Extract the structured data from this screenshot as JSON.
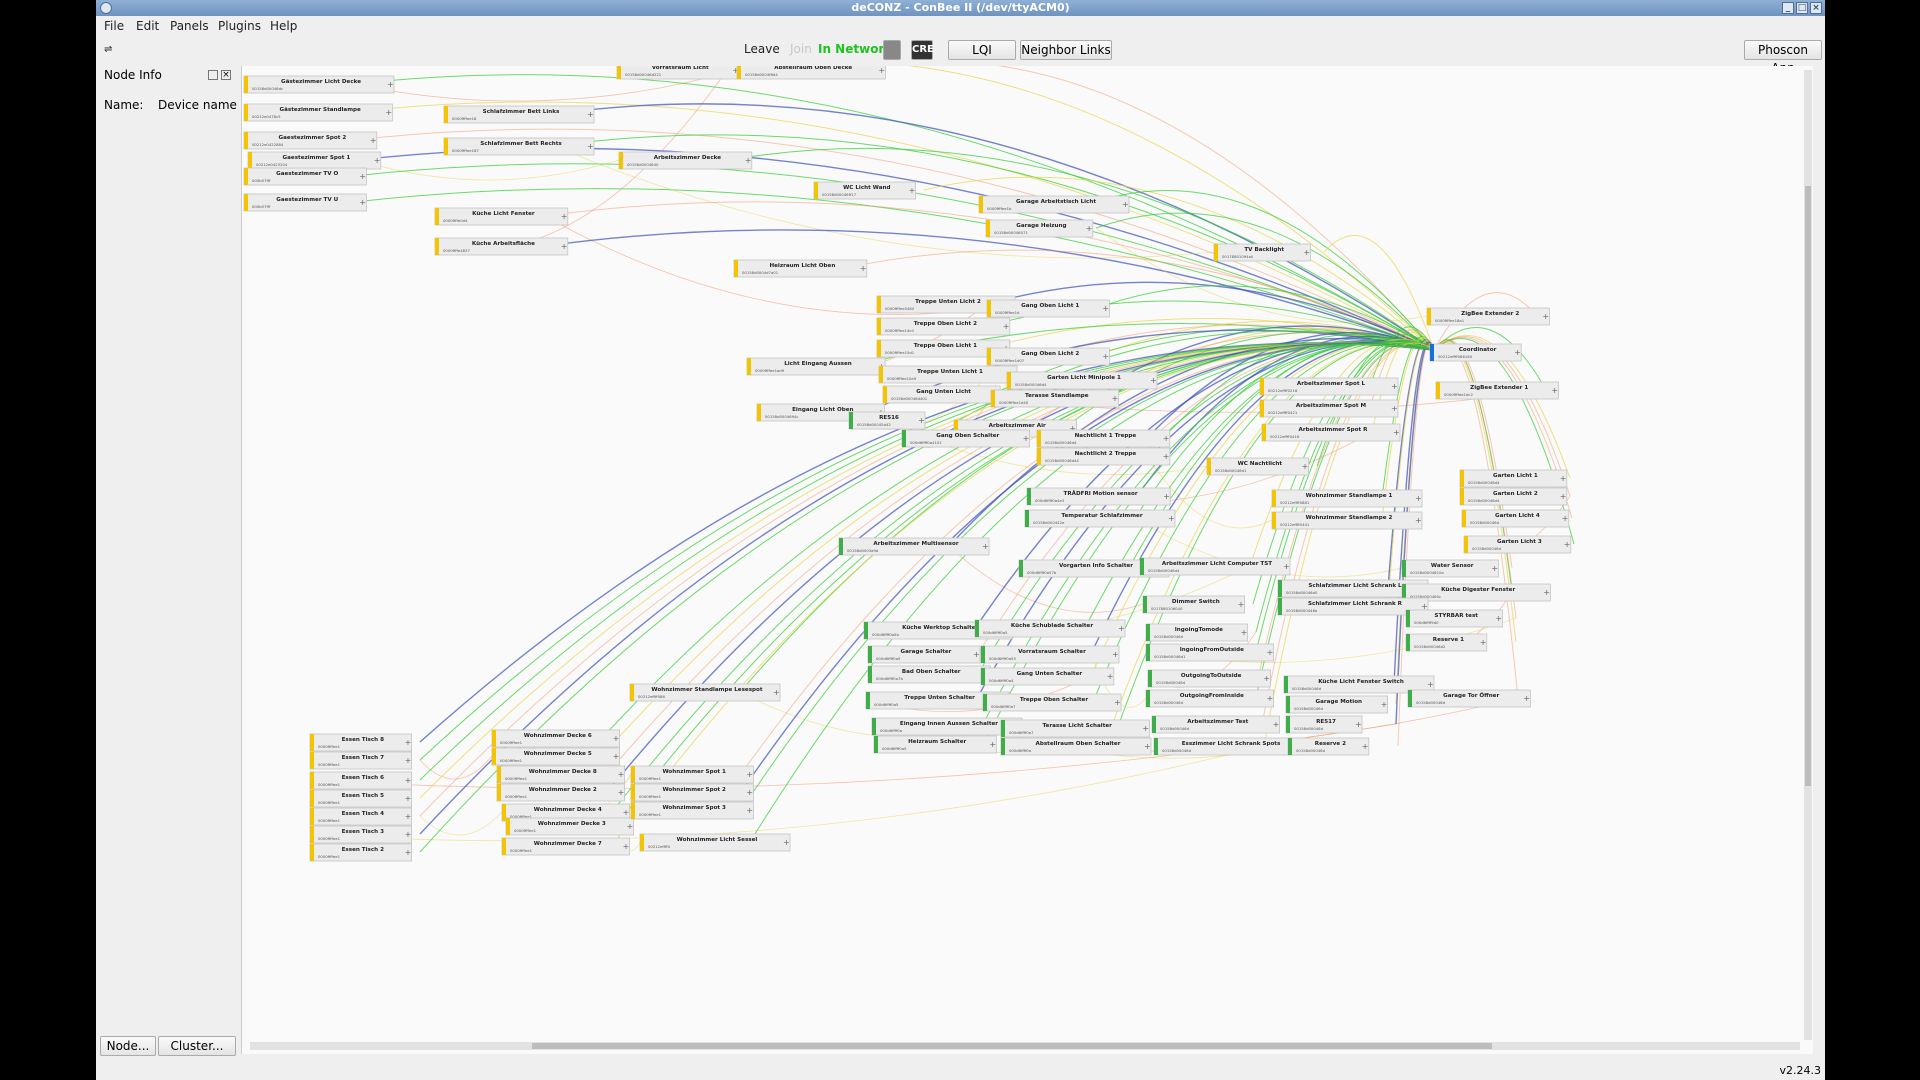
{
  "window": {
    "title": "deCONZ - ConBee II (/dev/ttyACM0)"
  },
  "menu": {
    "file": "File",
    "edit": "Edit",
    "panels": "Panels",
    "plugins": "Plugins",
    "help": "Help"
  },
  "toolbar": {
    "leave": "Leave",
    "join": "Join",
    "status": "In Network",
    "cre": "CRE",
    "lqi": "LQI",
    "neighbor_links": "Neighbor Links",
    "phoscon_app": "Phoscon App"
  },
  "node_info": {
    "title": "Node Info",
    "name_label": "Name:",
    "name_value": "Device name"
  },
  "bottom_tabs": {
    "node": "Node...",
    "cluster": "Cluster..."
  },
  "status_bar": {
    "version": "v2.24.3"
  },
  "colors": {
    "router": "#f5c400",
    "enddevice": "#3fae49",
    "coordinator": "#1c6fd8",
    "link_good": "#2ecc2e",
    "link_mid": "#e8d44a",
    "link_weak": "#f08a5c",
    "link_blue": "#3b4fb8"
  },
  "nodes": [
    {
      "label": "Gästezimmer Licht Decke",
      "id": "00158d00046dc"
    },
    {
      "label": "Gästezimmer Standlampe",
      "id": "00212e0478c5"
    },
    {
      "label": "Gaestezimmer Spot 2",
      "id": "00212e0422884"
    },
    {
      "label": "Gaestezimmer Spot 1",
      "id": "00212e0423204"
    },
    {
      "label": "Gaestezimmer TV O",
      "id": "000b57fff"
    },
    {
      "label": "Gaestezimmer TV U",
      "id": "000b57fff"
    },
    {
      "label": "Vorratsraum Licht",
      "id": "00158d00046d221"
    },
    {
      "label": "Abstellraum Oben Decke",
      "id": "00158d0004f6d4"
    },
    {
      "label": "Schlafzimmer Bett Links",
      "id": "0000ffffee18"
    },
    {
      "label": "Schlafzimmer Bett Rechts",
      "id": "0000ffffee187"
    },
    {
      "label": "Arbeitszimmer Decke",
      "id": "00158d0004640"
    },
    {
      "label": "WC Licht Wand",
      "id": "00158d00046ff17"
    },
    {
      "label": "Küche Licht Fenster",
      "id": "0000ffffe0d4"
    },
    {
      "label": "Küche Arbeitsfläche",
      "id": "0000ffffe4837"
    },
    {
      "label": "Garage Arbeitstisch Licht",
      "id": "0000ffffee1b"
    },
    {
      "label": "Garage Heizung",
      "id": "00158d00046071"
    },
    {
      "label": "TV Backlight",
      "id": "00178801094a0"
    },
    {
      "label": "Heizraum Licht Oben",
      "id": "00158d0004d7a01"
    },
    {
      "label": "Treppe Unten Licht 2",
      "id": "0000ffffee0480"
    },
    {
      "label": "Gang Oben Licht 1",
      "id": "0000ffffee1d"
    },
    {
      "label": "Treppe Oben Licht 2",
      "id": "0000ffffee14c0"
    },
    {
      "label": "Treppe Oben Licht 1",
      "id": "0000ffffee15d1"
    },
    {
      "label": "ZigBee Extender 2",
      "id": "0000ffffee18a1"
    },
    {
      "label": "Coordinator",
      "id": "00212effff066160"
    },
    {
      "label": "ZigBee Extender 1",
      "id": "0000ffffee1dc2"
    },
    {
      "label": "Licht Eingang Aussen",
      "id": "0000ffffee1ad9"
    },
    {
      "label": "Gang Oben Licht 2",
      "id": "0000ffffee1d07"
    },
    {
      "label": "Treppe Unten Licht 1",
      "id": "0000ffffee10a9"
    },
    {
      "label": "Garten Licht Minipole 1",
      "id": "00158d00046d4"
    },
    {
      "label": "Arbeitszimmer Spot L",
      "id": "00212effff0216"
    },
    {
      "label": "Gang Unten Licht",
      "id": "00158d00046d401"
    },
    {
      "label": "Terasse Standlampe",
      "id": "0000ffffee1d40"
    },
    {
      "label": "Arbeitszimmer Spot M",
      "id": "00212effff0421"
    },
    {
      "label": "Eingang Licht Oben",
      "id": "00158d0004694c"
    },
    {
      "label": "RE516",
      "id": "00158d00045d42"
    },
    {
      "label": "Arbeitszimmer Air",
      "id": "00158d000446e1"
    },
    {
      "label": "Arbeitszimmer Spot R",
      "id": "00212effff0416"
    },
    {
      "label": "Gang Oben Schalter",
      "id": "000d6ffff0a4101"
    },
    {
      "label": "Nachtlicht 1 Treppe",
      "id": "00158d00046d4"
    },
    {
      "label": "Nachtlicht 2 Treppe",
      "id": "00158d00046d44"
    },
    {
      "label": "WC Nachtlicht",
      "id": "00158d00046d1"
    },
    {
      "label": "Garten Licht 1",
      "id": "00158d00046d4"
    },
    {
      "label": "Garten Licht 2",
      "id": "00158d00046d4"
    },
    {
      "label": "TRÅDFRI Motion sensor",
      "id": "000d6ffff0a4e3"
    },
    {
      "label": "Wohnzimmer Standlampe 1",
      "id": "00212effff0881"
    },
    {
      "label": "Temperatur Schlafzimmer",
      "id": "00158d000442e"
    },
    {
      "label": "Wohnzimmer Standlampe 2",
      "id": "00212effff0441"
    },
    {
      "label": "Garten Licht 4",
      "id": "00158d00046d"
    },
    {
      "label": "Arbeitszimmer Multisensor",
      "id": "00158d0003a9d"
    },
    {
      "label": "Garten Licht 3",
      "id": "00158d00046d"
    },
    {
      "label": "Vorgarten Info Schalter",
      "id": "000d6ffff0a57b"
    },
    {
      "label": "Arbeitszimmer Licht Computer TST",
      "id": "00158d00046d4"
    },
    {
      "label": "Water Sensor",
      "id": "00158d0004610a"
    },
    {
      "label": "Schlafzimmer Licht Schrank L",
      "id": "00158d00046d0"
    },
    {
      "label": "Küche Digester Fenster",
      "id": "00158d000460c"
    },
    {
      "label": "Dimmer Switch",
      "id": "0017880106040"
    },
    {
      "label": "Schlafzimmer Licht Schrank R",
      "id": "00158d000446a"
    },
    {
      "label": "STYRBAR test",
      "id": "000d6ffff9d0"
    },
    {
      "label": "Küche Werktop Schalter",
      "id": "000d6ffff0a5b"
    },
    {
      "label": "Küche Schublade Schalter",
      "id": "000d6ffff0a5"
    },
    {
      "label": "IngoingTomode",
      "id": "00158d00046d"
    },
    {
      "label": "Reserve 1",
      "id": "00158d00046d2"
    },
    {
      "label": "Garage Schalter",
      "id": "000d6ffff0a5"
    },
    {
      "label": "Vorratsraum Schalter",
      "id": "000d6ffff0a55"
    },
    {
      "label": "IngoingFromOutside",
      "id": "00158d00046d1"
    },
    {
      "label": "Bad Oben Schalter",
      "id": "000d6ffff0a7b"
    },
    {
      "label": "Gang Unten Schalter",
      "id": "000d6ffff0a4"
    },
    {
      "label": "OutgoingToOutside",
      "id": "00158d00046d"
    },
    {
      "label": "Küche Licht Fenster Switch",
      "id": "00158d00046d"
    },
    {
      "label": "Wohnzimmer Standlampe Lesespot",
      "id": "00212effff086"
    },
    {
      "label": "OutgoingFromInside",
      "id": "00158d00046d"
    },
    {
      "label": "Garage Motion",
      "id": "00158d00046d"
    },
    {
      "label": "Garage Tor Öffner",
      "id": "00158d00046d"
    },
    {
      "label": "Treppe Unten Schalter",
      "id": "000d6ffff0a5"
    },
    {
      "label": "Treppe Oben Schalter",
      "id": "000d6ffff0a7"
    },
    {
      "label": "Eingang Innen Aussen Schalter",
      "id": "000d6ffff0a"
    },
    {
      "label": "Terasse Licht Schalter",
      "id": "000d6ffff0a7"
    },
    {
      "label": "Arbeitszimmer Test",
      "id": "00158d00046d"
    },
    {
      "label": "RE517",
      "id": "00158d00046d"
    },
    {
      "label": "Heizraum Schalter",
      "id": "000d6ffff0a5"
    },
    {
      "label": "Abstellraum Oben Schalter",
      "id": "000d6ffff0a"
    },
    {
      "label": "Esszimmer Licht Schrank Spots",
      "id": "00158d00046d"
    },
    {
      "label": "Reserve 2",
      "id": "00158d00046d"
    },
    {
      "label": "Essen Tisch 8",
      "id": "0000ffffee1"
    },
    {
      "label": "Essen Tisch 7",
      "id": "0000ffffee1"
    },
    {
      "label": "Essen Tisch 6",
      "id": "0000ffffee1"
    },
    {
      "label": "Essen Tisch 5",
      "id": "0000ffffee1"
    },
    {
      "label": "Essen Tisch 4",
      "id": "0000ffffee1"
    },
    {
      "label": "Essen Tisch 3",
      "id": "0000ffffee1"
    },
    {
      "label": "Essen Tisch 2",
      "id": "0000ffffee1"
    },
    {
      "label": "Wohnzimmer Decke 6",
      "id": "0000ffffee1"
    },
    {
      "label": "Wohnzimmer Decke 5",
      "id": "0000ffffee1"
    },
    {
      "label": "Wohnzimmer Decke 8",
      "id": "0000ffffee1"
    },
    {
      "label": "Wohnzimmer Decke 2",
      "id": "0000ffffee1"
    },
    {
      "label": "Wohnzimmer Decke 4",
      "id": "0000ffffee1"
    },
    {
      "label": "Wohnzimmer Decke 3",
      "id": "0000ffffee1"
    },
    {
      "label": "Wohnzimmer Decke 7",
      "id": "0000ffffee1"
    },
    {
      "label": "Wohnzimmer Spot 1",
      "id": "0000ffffee1"
    },
    {
      "label": "Wohnzimmer Spot 2",
      "id": "0000ffffee1"
    },
    {
      "label": "Wohnzimmer Spot 3",
      "id": "0000ffffee1"
    },
    {
      "label": "Wohnzimmer Licht Sessel",
      "id": "00212effff0"
    }
  ]
}
